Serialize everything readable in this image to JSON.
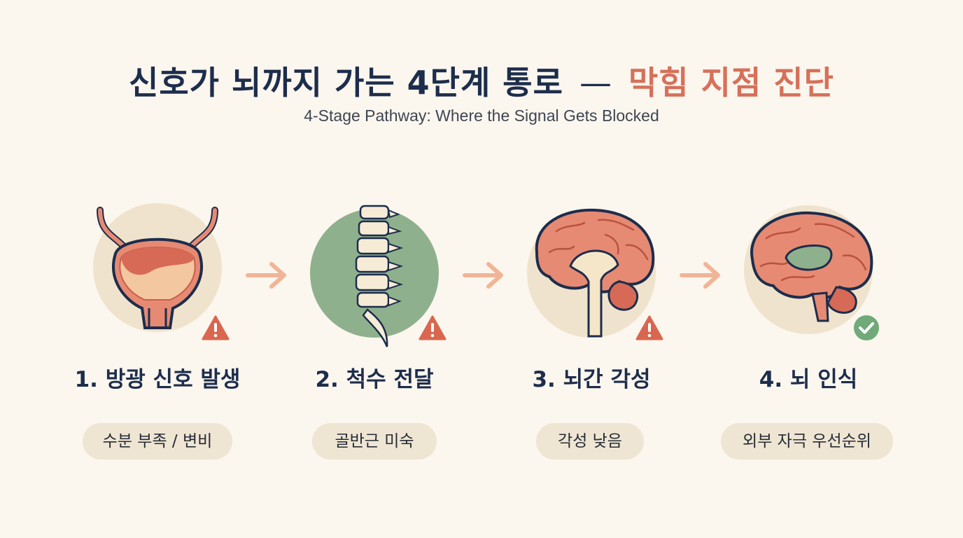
{
  "title": {
    "main": "신호가 뇌까지 가는 4단계 통로",
    "dash": "—",
    "accent": "막힘 지점 진단"
  },
  "subtitle": "4-Stage Pathway: Where the Signal Gets Blocked",
  "stages": [
    {
      "label": "1. 방광 신호 발생",
      "obstacle": "수분 부족 / 변비",
      "status_icon": "warning-icon",
      "art_icon": "bladder-icon"
    },
    {
      "label": "2. 척수 전달",
      "obstacle": "골반근 미숙",
      "status_icon": "warning-icon",
      "art_icon": "spine-icon"
    },
    {
      "label": "3. 뇌간 각성",
      "obstacle": "각성 낮음",
      "status_icon": "warning-icon",
      "art_icon": "brainstem-icon"
    },
    {
      "label": "4. 뇌 인식",
      "obstacle": "외부 자극 우선순위",
      "status_icon": "check-icon",
      "art_icon": "brain-icon"
    }
  ],
  "colors": {
    "title": "#1d2d4c",
    "accent": "#d6705a",
    "warning": "#d9674f",
    "success": "#6faa78",
    "arrow": "#f0b597",
    "pill": "#efe5d3",
    "spine_circle": "#8fb08c"
  }
}
